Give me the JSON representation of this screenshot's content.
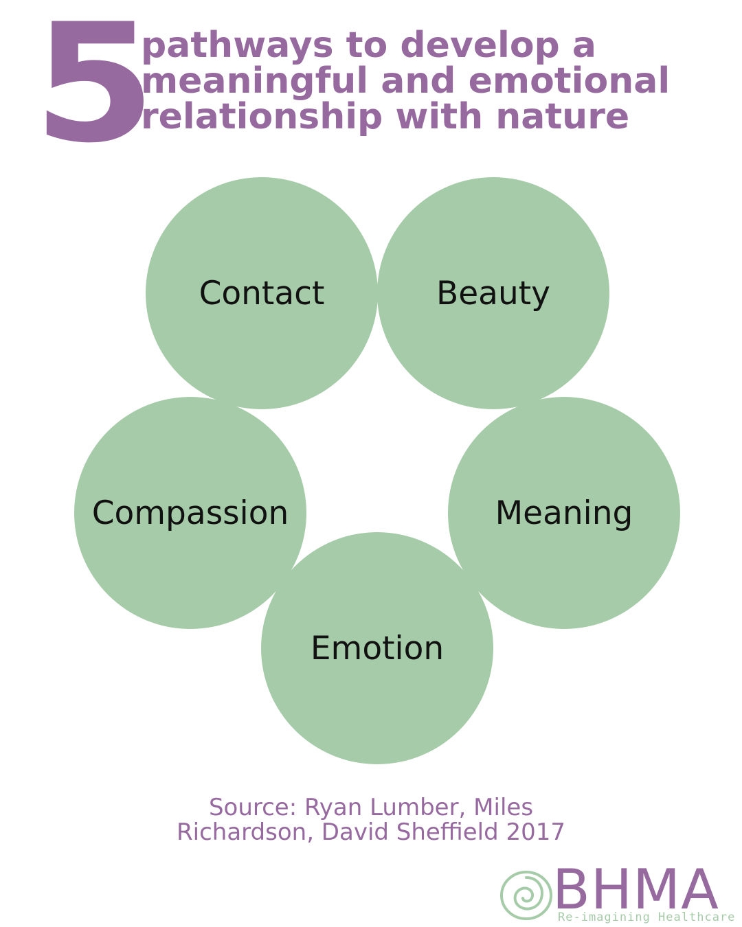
{
  "header": {
    "number": "5",
    "title_lines": [
      "pathways to develop a",
      "meaningful and emotional",
      "relationship with nature"
    ]
  },
  "pathways": [
    {
      "id": "contact",
      "label": "Contact"
    },
    {
      "id": "beauty",
      "label": "Beauty"
    },
    {
      "id": "compassion",
      "label": "Compassion"
    },
    {
      "id": "meaning",
      "label": "Meaning"
    },
    {
      "id": "emotion",
      "label": "Emotion"
    }
  ],
  "source": {
    "lines": [
      "Source: Ryan Lumber, Miles",
      "Richardson, David Sheffield 2017"
    ]
  },
  "logo": {
    "name": "BHMA",
    "tagline": "Re-imagining Healthcare"
  },
  "colors": {
    "purple": "#96699f",
    "green": "#a6cba8",
    "text": "#111111"
  }
}
